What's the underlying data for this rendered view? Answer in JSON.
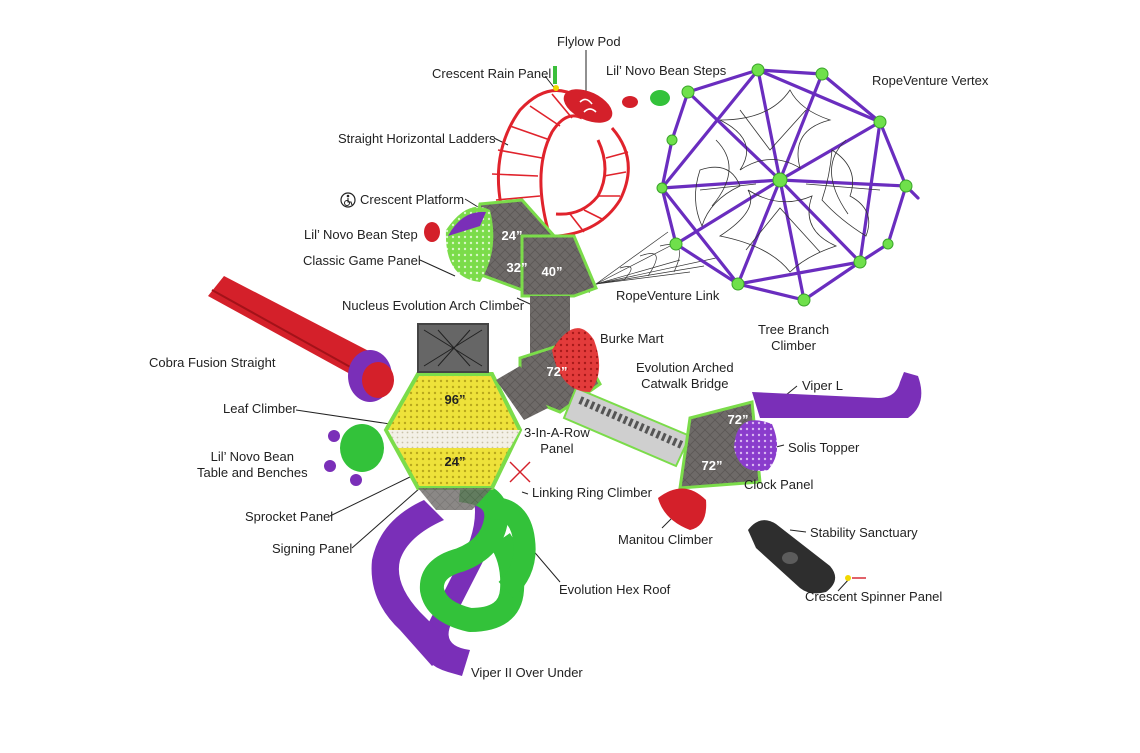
{
  "labels": {
    "flylow_pod": "Flylow Pod",
    "crescent_rain_panel": "Crescent Rain Panel",
    "lil_novo_bean_steps": "Lil’ Novo Bean Steps",
    "ropeventure_vertex": "RopeVenture Vertex",
    "straight_horizontal_ladders": "Straight Horizontal Ladders",
    "crescent_platform": "Crescent Platform",
    "lil_novo_bean_step": "Lil’ Novo Bean Step",
    "classic_game_panel": "Classic Game Panel",
    "ropeventure_link": "RopeVenture Link",
    "nucleus_evolution_arch_climber": "Nucleus Evolution Arch Climber",
    "tree_branch_climber_1": "Tree Branch",
    "tree_branch_climber_2": "Climber",
    "burke_mart": "Burke Mart",
    "cobra_fusion_straight": "Cobra Fusion Straight",
    "evolution_arched_catwalk_bridge_1": "Evolution Arched",
    "evolution_arched_catwalk_bridge_2": "Catwalk Bridge",
    "viper_l": "Viper L",
    "leaf_climber": "Leaf Climber",
    "three_in_a_row_panel_1": "3-In-A-Row",
    "three_in_a_row_panel_2": "Panel",
    "solis_topper": "Solis Topper",
    "lil_novo_bean_table_1": "Lil’ Novo Bean",
    "lil_novo_bean_table_2": "Table and Benches",
    "linking_ring_climber": "Linking Ring Climber",
    "clock_panel": "Clock Panel",
    "sprocket_panel": "Sprocket Panel",
    "stability_sanctuary": "Stability Sanctuary",
    "signing_panel": "Signing Panel",
    "manitou_climber": "Manitou Climber",
    "evolution_hex_roof": "Evolution Hex Roof",
    "crescent_spinner_panel": "Crescent Spinner Panel",
    "viper_ii_over_under": "Viper II Over Under"
  },
  "deck_heights": {
    "deck_a": "24”",
    "deck_b": "32”",
    "deck_c": "40”",
    "deck_d": "72”",
    "deck_e": "96”",
    "deck_f": "24”",
    "deck_g": "72”",
    "deck_h": "72”"
  },
  "icons": {
    "accessible": "wheelchair-icon"
  },
  "colors": {
    "deck": "#6e6a68",
    "trim_green": "#7bdc4a",
    "slide_red": "#d4202a",
    "slide_purple": "#7a2fb8",
    "slide_green": "#33c23a",
    "climber_yellow": "#f0e640",
    "rope_purple": "#6a2dbf",
    "node_green": "#6fe04b"
  }
}
